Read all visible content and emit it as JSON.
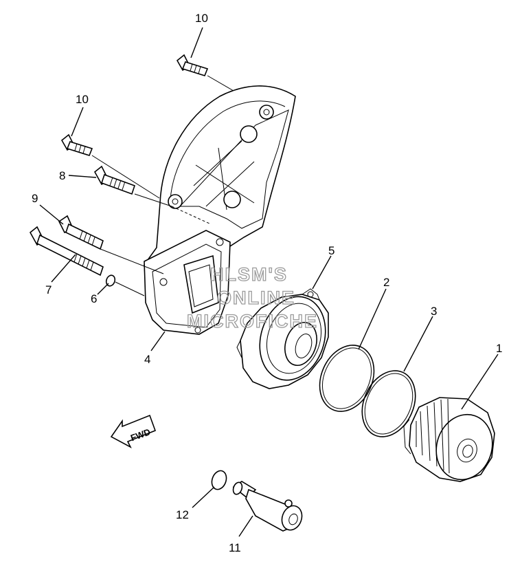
{
  "callouts": [
    {
      "id": "c1",
      "text": "1"
    },
    {
      "id": "c2",
      "text": "2"
    },
    {
      "id": "c3",
      "text": "3"
    },
    {
      "id": "c4",
      "text": "4"
    },
    {
      "id": "c5",
      "text": "5"
    },
    {
      "id": "c6",
      "text": "6"
    },
    {
      "id": "c7",
      "text": "7"
    },
    {
      "id": "c8",
      "text": "8"
    },
    {
      "id": "c9",
      "text": "9"
    },
    {
      "id": "c10a",
      "text": "10"
    },
    {
      "id": "c10b",
      "text": "10"
    },
    {
      "id": "c11",
      "text": "11"
    },
    {
      "id": "c12",
      "text": "12"
    }
  ],
  "direction_arrow": {
    "text": "FWD"
  },
  "watermark": {
    "line1": "HLSM'S",
    "line2": "ONLINE",
    "line3": "MICROFICHE"
  }
}
